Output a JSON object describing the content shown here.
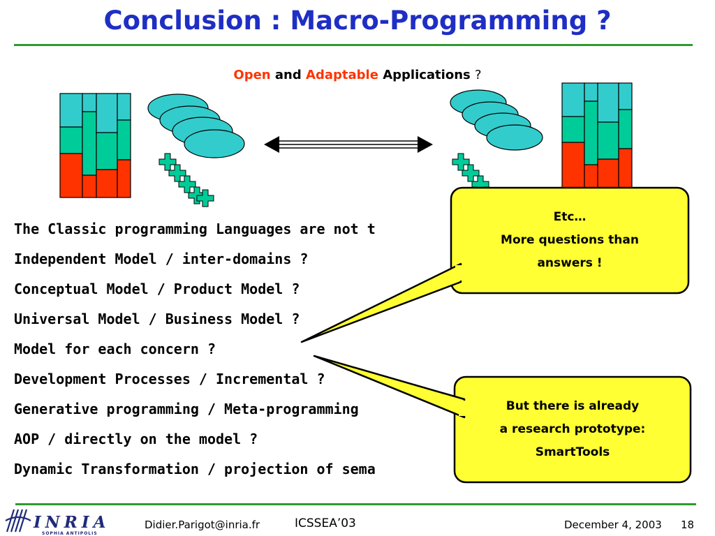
{
  "title": "Conclusion : Macro-Programming ?",
  "subtitle": {
    "open": "Open",
    "and": "and",
    "adaptable": "Adaptable",
    "applications": "Applications",
    "question": "?"
  },
  "questions": [
    "The Classic programming Languages are not t",
    "Independent Model / inter-domains ?",
    "Conceptual Model / Product Model ?",
    "Universal Model / Business Model ?",
    "Model for each concern ?",
    "Development Processes / Incremental ?",
    "Generative programming / Meta-programming",
    "AOP / directly on the model ?",
    "Dynamic Transformation / projection of sema"
  ],
  "callout_top": {
    "line1": "Etc…",
    "line2": "More questions than",
    "line3": "answers !"
  },
  "callout_bottom": {
    "line1": "But there is already",
    "line2": "a research prototype:",
    "line3": "SmartTools"
  },
  "footer": {
    "logo": "INRIA",
    "logo_sub": "SOPHIA ANTIPOLIS",
    "email": "Didier.Parigot@inria.fr",
    "conference": "ICSSEA’03",
    "date": "December 4, 2003",
    "page": "18"
  },
  "colors": {
    "title": "#1f2ec4",
    "accent_red": "#ff3300",
    "rule_green": "#2e9a2e",
    "block_cyan": "#33cccc",
    "block_green": "#00cc99",
    "block_red": "#ff3300",
    "callout_yellow": "#ffff33"
  }
}
